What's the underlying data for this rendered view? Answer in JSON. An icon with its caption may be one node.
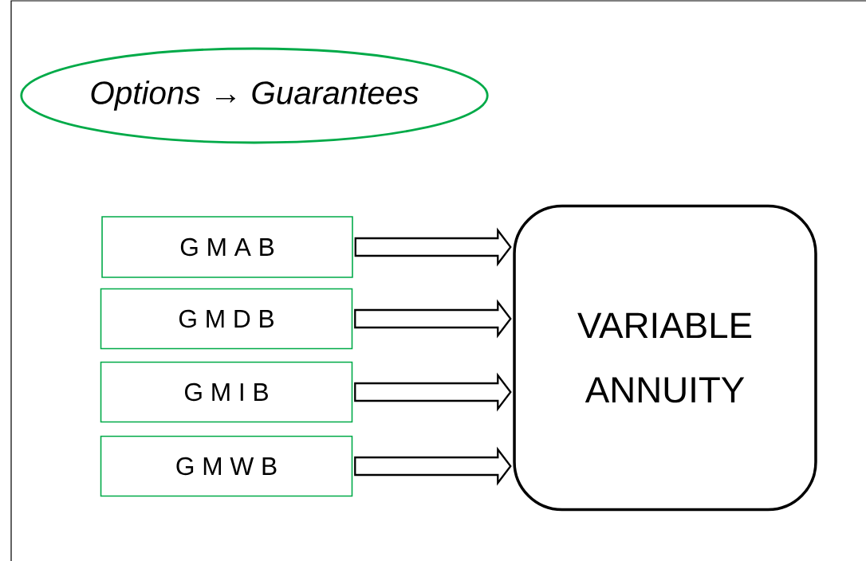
{
  "diagram": {
    "nodes": [
      {
        "text": [
          "Options → Guarantees"
        ]
      },
      {
        "text": [
          "G M A B"
        ]
      },
      {
        "text": [
          "G M D B"
        ]
      },
      {
        "text": [
          "G M I B"
        ]
      },
      {
        "text": [
          "G M W B"
        ]
      },
      {
        "text": [
          "VARIABLE ANNUITY"
        ]
      }
    ],
    "edges": [
      {
        "from": 1,
        "to": 5,
        "arrow": "to"
      },
      {
        "from": 2,
        "to": 5,
        "arrow": "to"
      },
      {
        "from": 3,
        "to": 5,
        "arrow": "to"
      },
      {
        "from": 4,
        "to": 5,
        "arrow": "to"
      }
    ]
  }
}
